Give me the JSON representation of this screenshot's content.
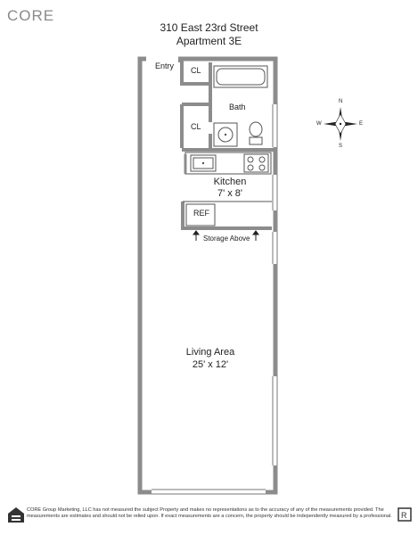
{
  "brand": "CORE",
  "header": {
    "address": "310 East 23rd Street",
    "unit": "Apartment 3E"
  },
  "rooms": {
    "entry": "Entry",
    "closet_top": "CL",
    "closet_bath": "CL",
    "bath": "Bath",
    "kitchen_name": "Kitchen",
    "kitchen_size": "7' x 8'",
    "ref": "REF",
    "storage": "Storage Above",
    "living_name": "Living Area",
    "living_size": "25' x 12'"
  },
  "compass": {
    "n": "N",
    "s": "S",
    "e": "E",
    "w": "W"
  },
  "footer": {
    "disclaimer": "CORE Group Marketing, LLC has not measured the subject Property and makes no representations as to the accuracy of any of the measurements provided. The measurements are estimates and should not be relied upon. If exact measurements are a concern, the property should be independently measured by a professional."
  },
  "colors": {
    "wall": "#8c8c8c",
    "line": "#555555",
    "brand": "#8a8a8a"
  }
}
